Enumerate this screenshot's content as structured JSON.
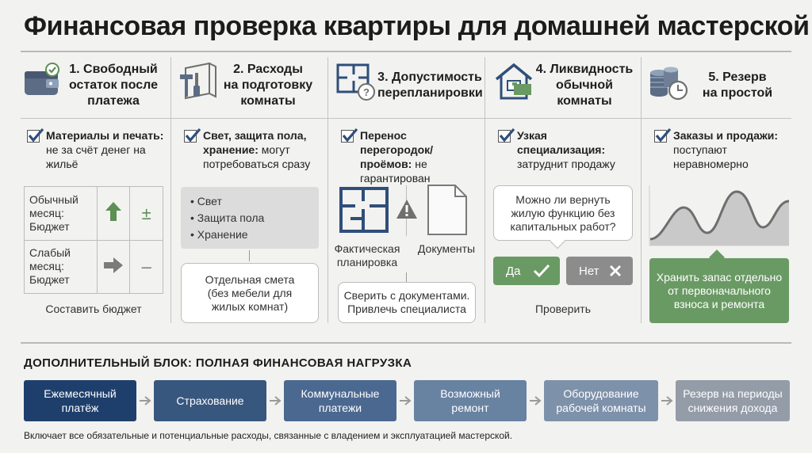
{
  "title": "Финансовая проверка квартиры для домашней мастерской",
  "columns": [
    {
      "title_lines": [
        "1. Свободный",
        "остаток после",
        "платежа"
      ],
      "check_bold": "Материалы и печать:",
      "check_rest": "не за счёт денег на жильё",
      "table": [
        {
          "label_lines": [
            "Обычный",
            "месяц:",
            "Бюджет"
          ],
          "symbol": "±"
        },
        {
          "label_lines": [
            "Слабый",
            "месяц:",
            "Бюджет"
          ],
          "symbol": "–"
        }
      ],
      "caption": "Составить бюджет"
    },
    {
      "title_lines": [
        "2. Расходы",
        "на подготовку",
        "комнаты"
      ],
      "check_bold": "Свет, защита пола, хранение:",
      "check_rest": "могут потребоваться сразу",
      "list": [
        "• Свет",
        "• Защита пола",
        "• Хранение"
      ],
      "bubble_lines": [
        "Отдельная смета",
        "(без мебели для",
        "жилых комнат)"
      ]
    },
    {
      "title_lines": [
        "3. Допустимость",
        "перепланировки"
      ],
      "check_bold": "Перенос перегородок/проёмов:",
      "check_rest": "не гарантирован",
      "label_plan_lines": [
        "Фактическая",
        "планировка"
      ],
      "label_docs": "Документы",
      "bubble_lines": [
        "Сверить с документами.",
        "Привлечь специалиста"
      ]
    },
    {
      "title_lines": [
        "4. Ликвидность",
        "обычной",
        "комнаты"
      ],
      "check_bold": "Узкая специализация:",
      "check_rest": "затруднит продажу",
      "question_lines": [
        "Можно ли вернуть",
        "жилую функцию без",
        "капитальных работ?"
      ],
      "yes": "Да",
      "no": "Нет",
      "caption": "Проверить"
    },
    {
      "title_lines": [
        "5. Резерв",
        "на простой"
      ],
      "check_bold": "Заказы и продажи:",
      "check_rest": "поступают неравномерно",
      "advice_lines": [
        "Хранить запас отдельно",
        "от первоначального",
        "взноса и ремонта"
      ]
    }
  ],
  "extra": {
    "title": "ДОПОЛНИТЕЛЬНЫЙ БЛОК: ПОЛНАЯ ФИНАНСОВАЯ НАГРУЗКА",
    "flow": [
      {
        "lines": [
          "Ежемесячный",
          "платёж"
        ],
        "color": "#1e3f6c"
      },
      {
        "lines": [
          "Страхование"
        ],
        "color": "#38577f"
      },
      {
        "lines": [
          "Коммунальные",
          "платежи"
        ],
        "color": "#4b6890"
      },
      {
        "lines": [
          "Возможный",
          "ремонт"
        ],
        "color": "#6882a2"
      },
      {
        "lines": [
          "Оборудование",
          "рабочей комнаты"
        ],
        "color": "#7e91aa"
      },
      {
        "lines": [
          "Резерв на периоды",
          "снижения дохода"
        ],
        "color": "#949ca8"
      }
    ],
    "footnote": "Включает все обязательные и потенциальные расходы, связанные с владением и эксплуатацией мастерской."
  },
  "colors": {
    "accent_navy": "#2f4f7a",
    "green": "#6a9a64",
    "gray_button": "#8c8c8c"
  }
}
